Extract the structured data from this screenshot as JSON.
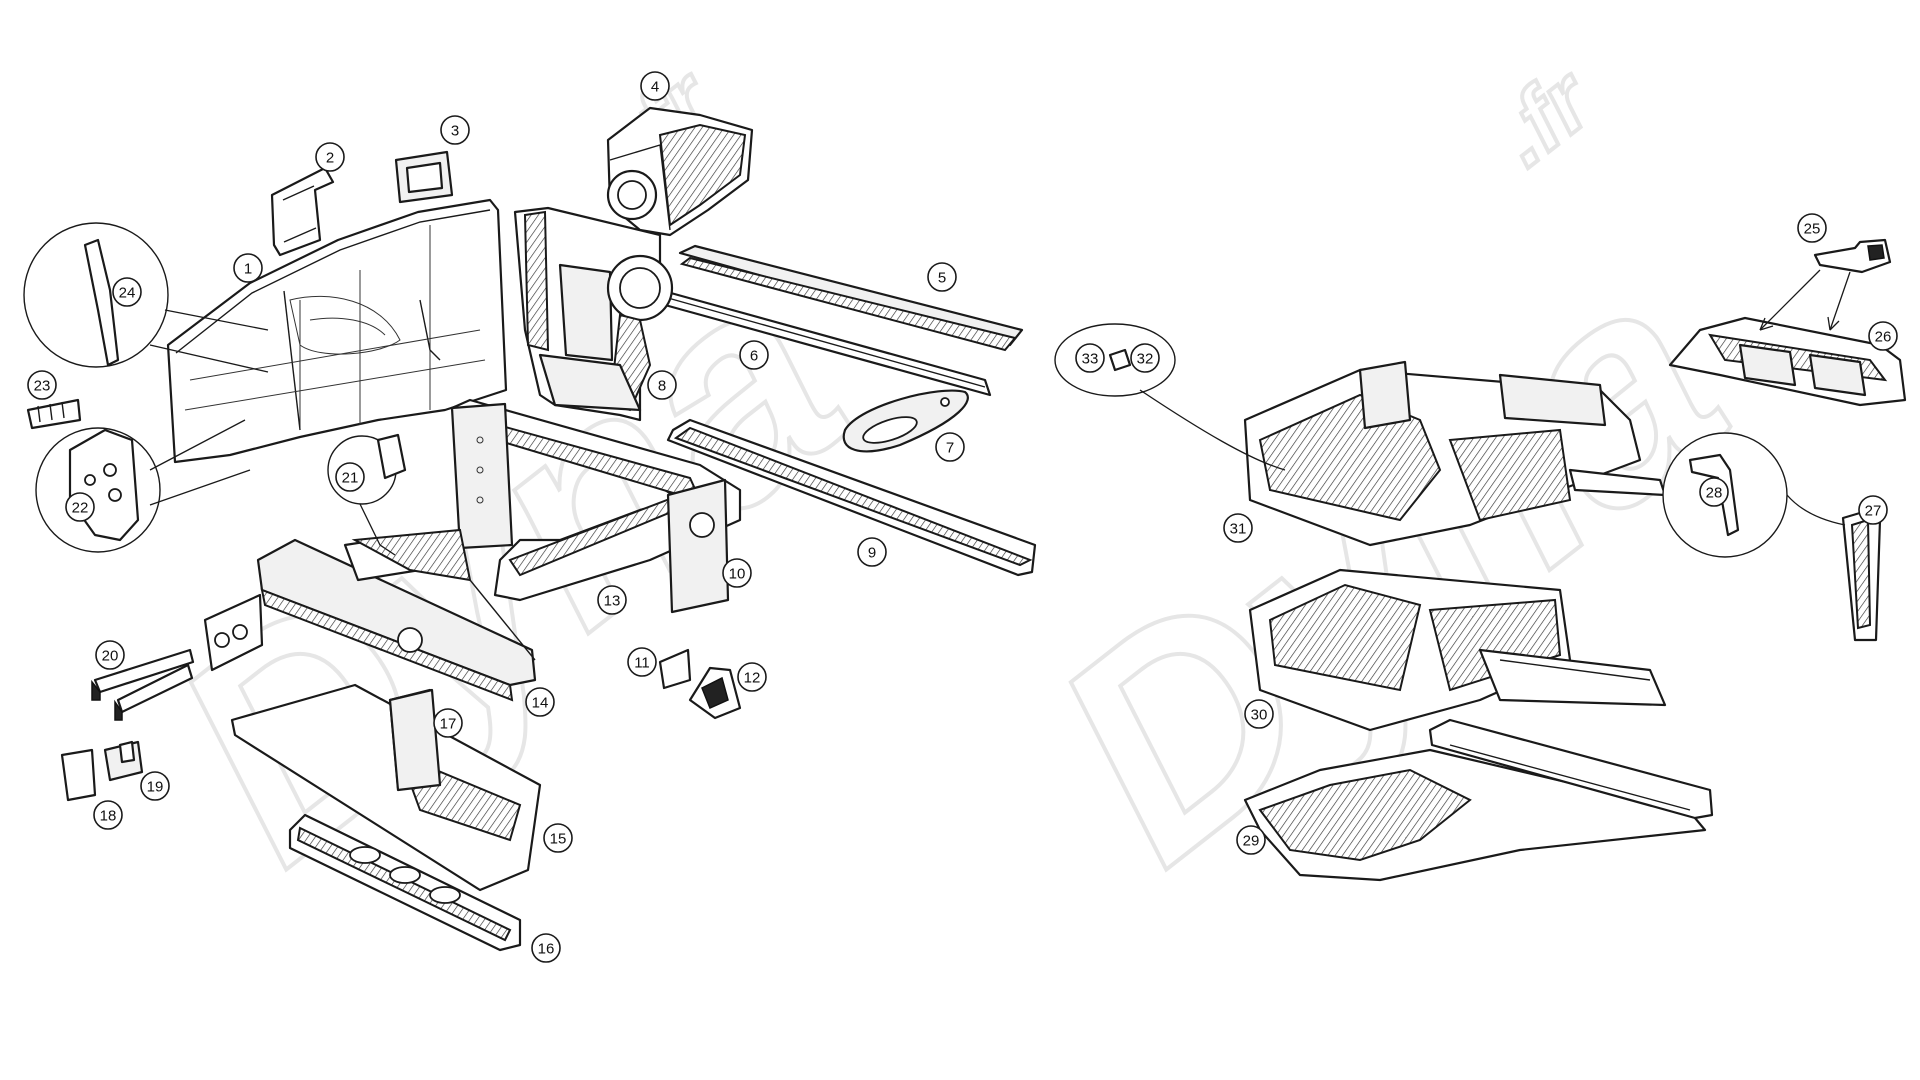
{
  "watermark": {
    "text_left": "Dyna",
    "suffix_left": ".fr",
    "text_right": "Dyna",
    "suffix_right": ".fr"
  },
  "part_numbers": [
    "1",
    "2",
    "3",
    "4",
    "5",
    "6",
    "7",
    "8",
    "9",
    "10",
    "11",
    "12",
    "13",
    "14",
    "15",
    "16",
    "17",
    "18",
    "19",
    "20",
    "21",
    "22",
    "23",
    "24",
    "25",
    "26",
    "27",
    "28",
    "29",
    "30",
    "31",
    "32",
    "33"
  ]
}
